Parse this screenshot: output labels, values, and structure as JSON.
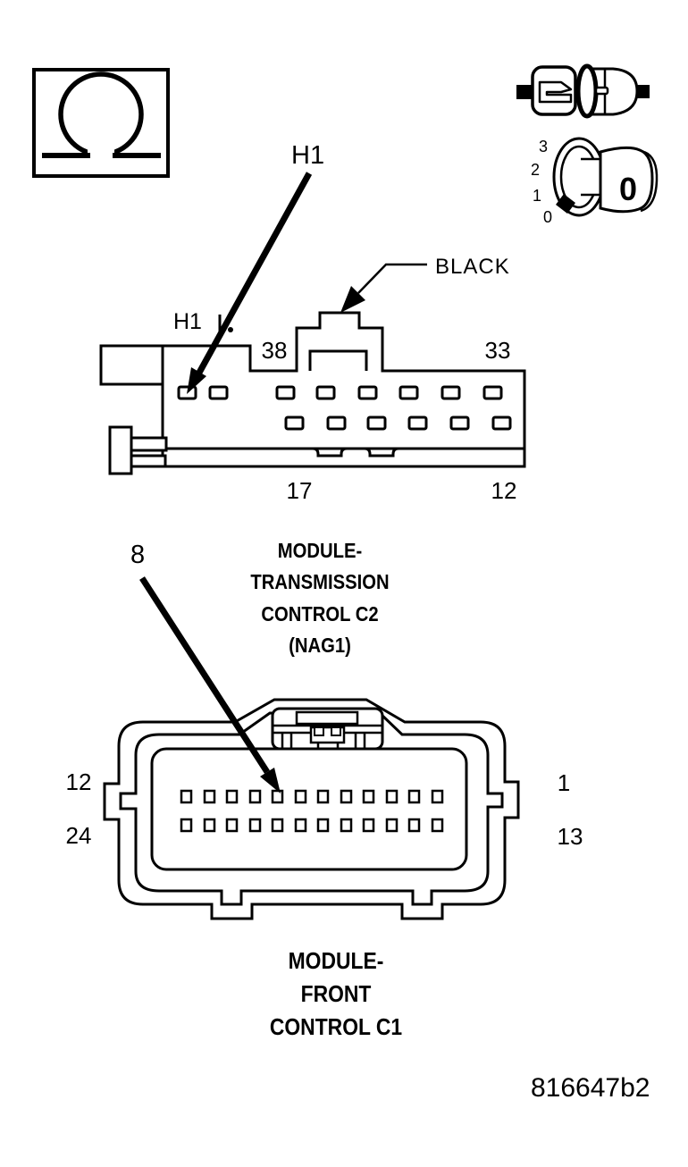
{
  "figure_id": "816647b2",
  "colors": {
    "ink": "#000000",
    "paper": "#ffffff"
  },
  "icons": {
    "ohm_symbol": "Ω",
    "connector_pair": "mating-connector-halves",
    "ignition_switch_positions": [
      "3",
      "2",
      "1",
      "0"
    ],
    "ignition_switch_face": "0"
  },
  "c2": {
    "callout_label": "H1",
    "pin_area_label": "H1",
    "wire_color": "BLACK",
    "pins": {
      "top_left": "38",
      "top_right": "33",
      "bottom_left": "17",
      "bottom_right": "12"
    },
    "title_lines": [
      "MODULE-",
      "TRANSMISSION",
      "CONTROL C2",
      "(NAG1)"
    ]
  },
  "c1": {
    "callout_label": "8",
    "pins": {
      "row1_left": "12",
      "row1_right": "1",
      "row2_left": "24",
      "row2_right": "13"
    },
    "title_lines": [
      "MODULE-",
      "FRONT",
      "CONTROL C1"
    ]
  }
}
